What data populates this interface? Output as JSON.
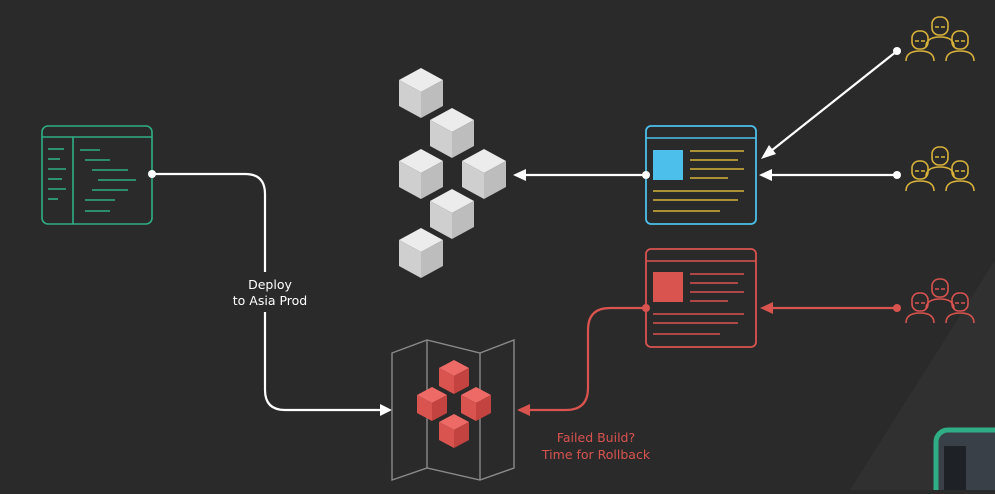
{
  "labels": {
    "deploy_line1": "Deploy",
    "deploy_line2": "to Asia Prod",
    "failed_line1": "Failed Build?",
    "failed_line2": "Time for Rollback"
  },
  "colors": {
    "background": "#2a2a2a",
    "code_green": "#2fae86",
    "cube_grey": "#d8d8d8",
    "lb_blue": "#4cc0ea",
    "text_yellow": "#d8b23a",
    "users_yellow": "#d8b23a",
    "failed_red": "#d9534f",
    "arrow_white": "#ffffff"
  },
  "icons": {
    "code_editor": "code-editor-icon",
    "healthy_cluster": "cube-cluster-icon",
    "load_balancer": "webpage-icon",
    "failed_site": "webpage-icon",
    "rollback_map": "folded-map-icon",
    "user_group": "users-group-icon"
  }
}
